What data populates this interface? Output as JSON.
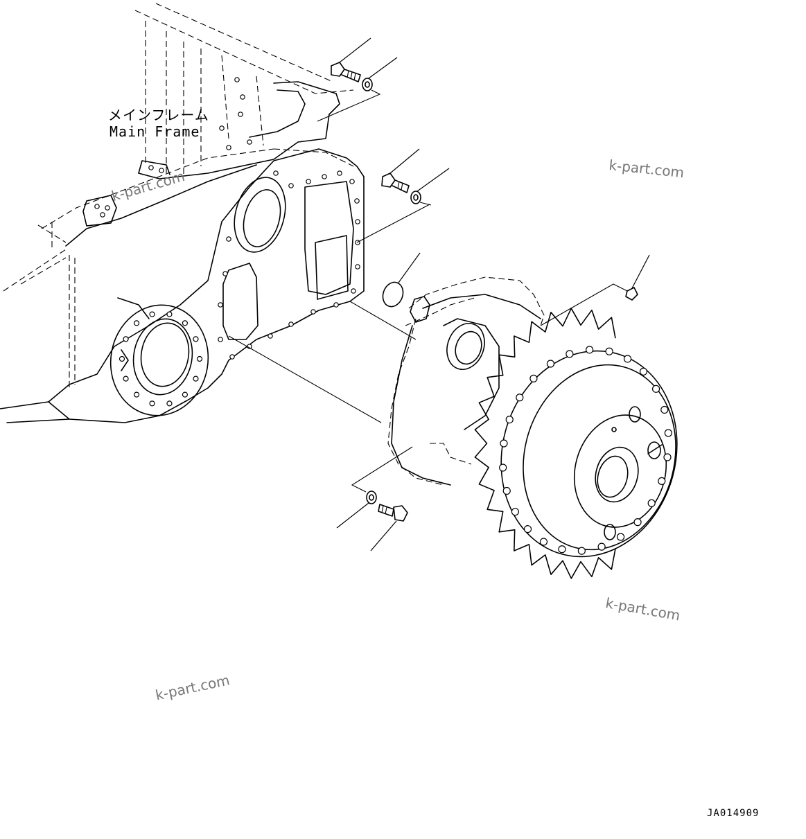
{
  "labels": {
    "main_frame_jp": "メインフレーム",
    "main_frame_en": "Main Frame"
  },
  "watermarks": [
    "k-part.com",
    "k-part.com",
    "k-part.com",
    "k-part.com"
  ],
  "drawing_code": "JA014909",
  "colors": {
    "line": "#000000",
    "background": "#ffffff",
    "watermark": "#777777"
  }
}
